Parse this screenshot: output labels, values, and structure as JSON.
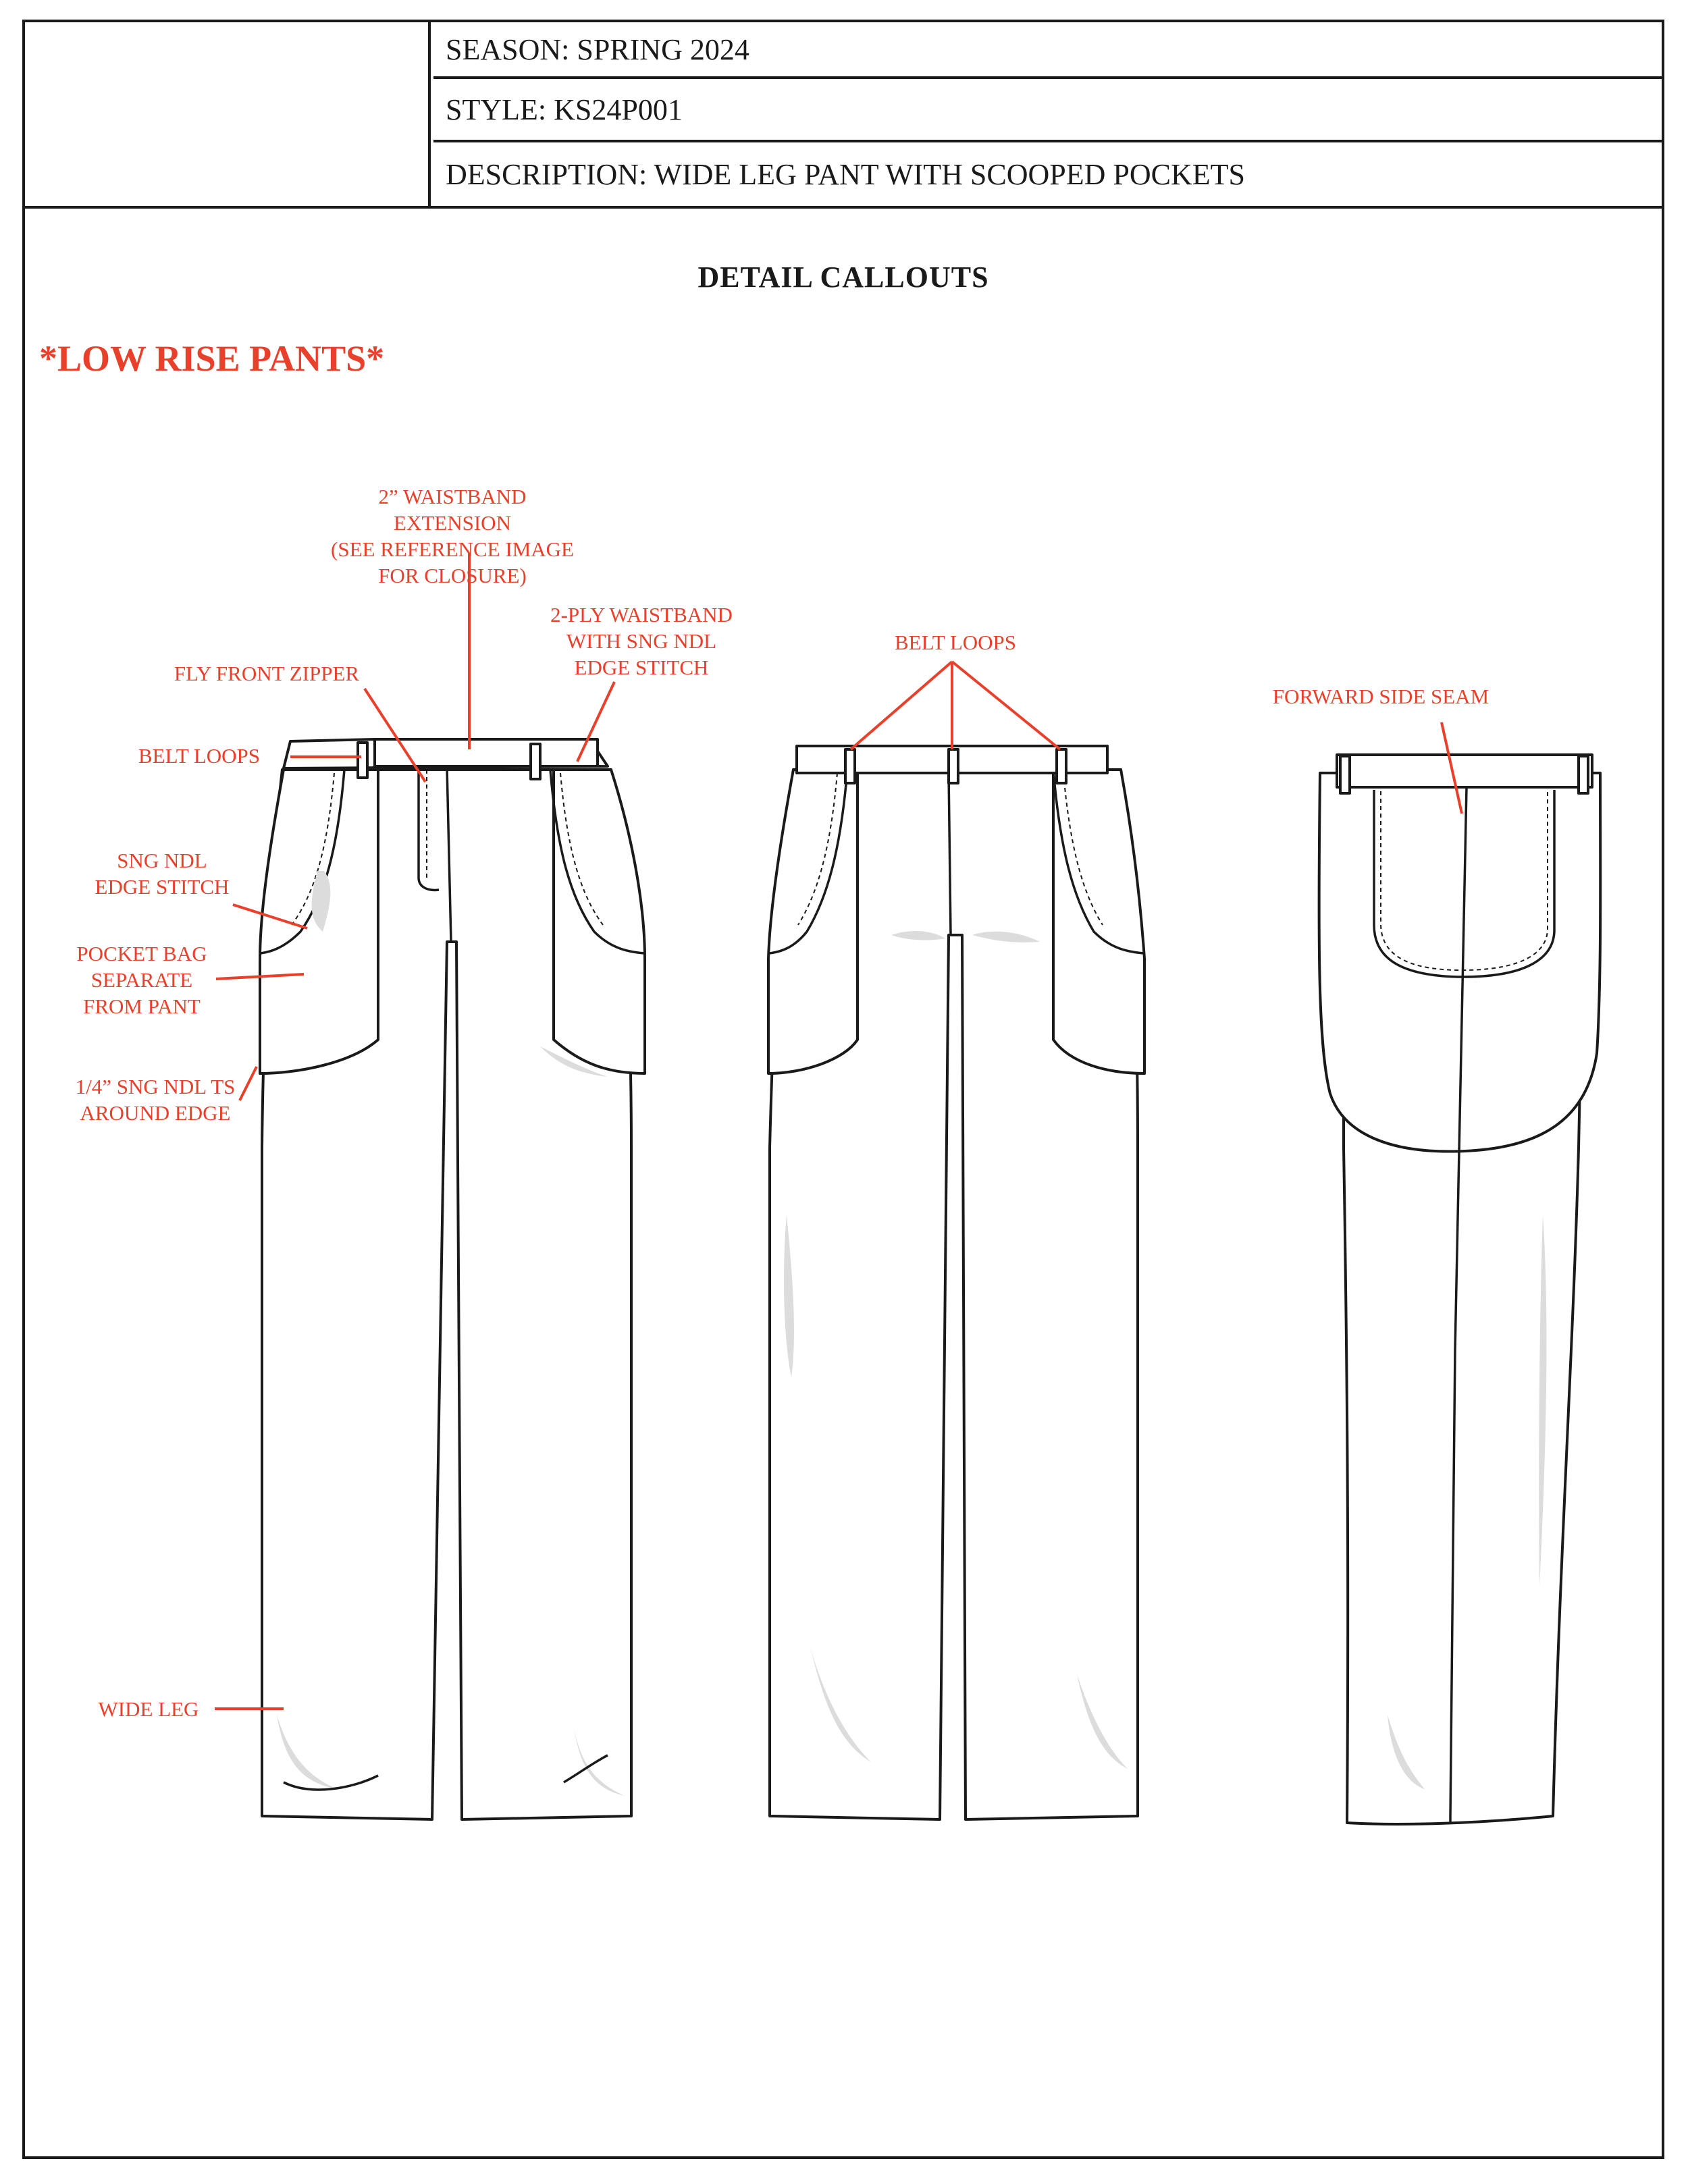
{
  "header": {
    "season": "SEASON: SPRING 2024",
    "style": "STYLE: KS24P001",
    "description": "DESCRIPTION: WIDE LEG PANT WITH SCOOPED POCKETS"
  },
  "title": "DETAIL CALLOUTS",
  "note": "*LOW RISE PANTS*",
  "callouts": {
    "waistband_extension": "2” WAISTBAND\nEXTENSION\n(SEE REFERENCE IMAGE\nFOR CLOSURE)",
    "two_ply_waistband": "2-PLY WAISTBAND\nWITH SNG NDL\nEDGE STITCH",
    "fly_front_zipper": "FLY FRONT ZIPPER",
    "belt_loops_front": "BELT LOOPS",
    "sng_ndl_edge_stitch": "SNG NDL\nEDGE STITCH",
    "pocket_bag": "POCKET BAG\nSEPARATE\nFROM PANT",
    "topstitch_edge": "1/4” SNG NDL TS\nAROUND EDGE",
    "wide_leg": "WIDE LEG",
    "belt_loops_back": "BELT LOOPS",
    "forward_side_seam": "FORWARD SIDE SEAM"
  },
  "colors": {
    "callout": "#e8402a",
    "line": "#1a1a1a",
    "shade": "#d9d9d9"
  }
}
